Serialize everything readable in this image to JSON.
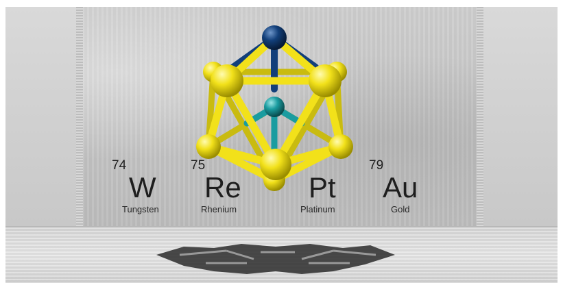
{
  "elements": [
    {
      "number": "74",
      "symbol": "W",
      "name": "Tungsten"
    },
    {
      "number": "75",
      "symbol": "Re",
      "name": "Rhenium"
    },
    {
      "number": "",
      "symbol": "Pt",
      "name": "Platinum"
    },
    {
      "number": "79",
      "symbol": "Au",
      "name": "Gold"
    }
  ],
  "colors": {
    "gold_atom": "#f2e11a",
    "navy_atom": "#123f7a",
    "teal_atom": "#1a9ca0"
  }
}
